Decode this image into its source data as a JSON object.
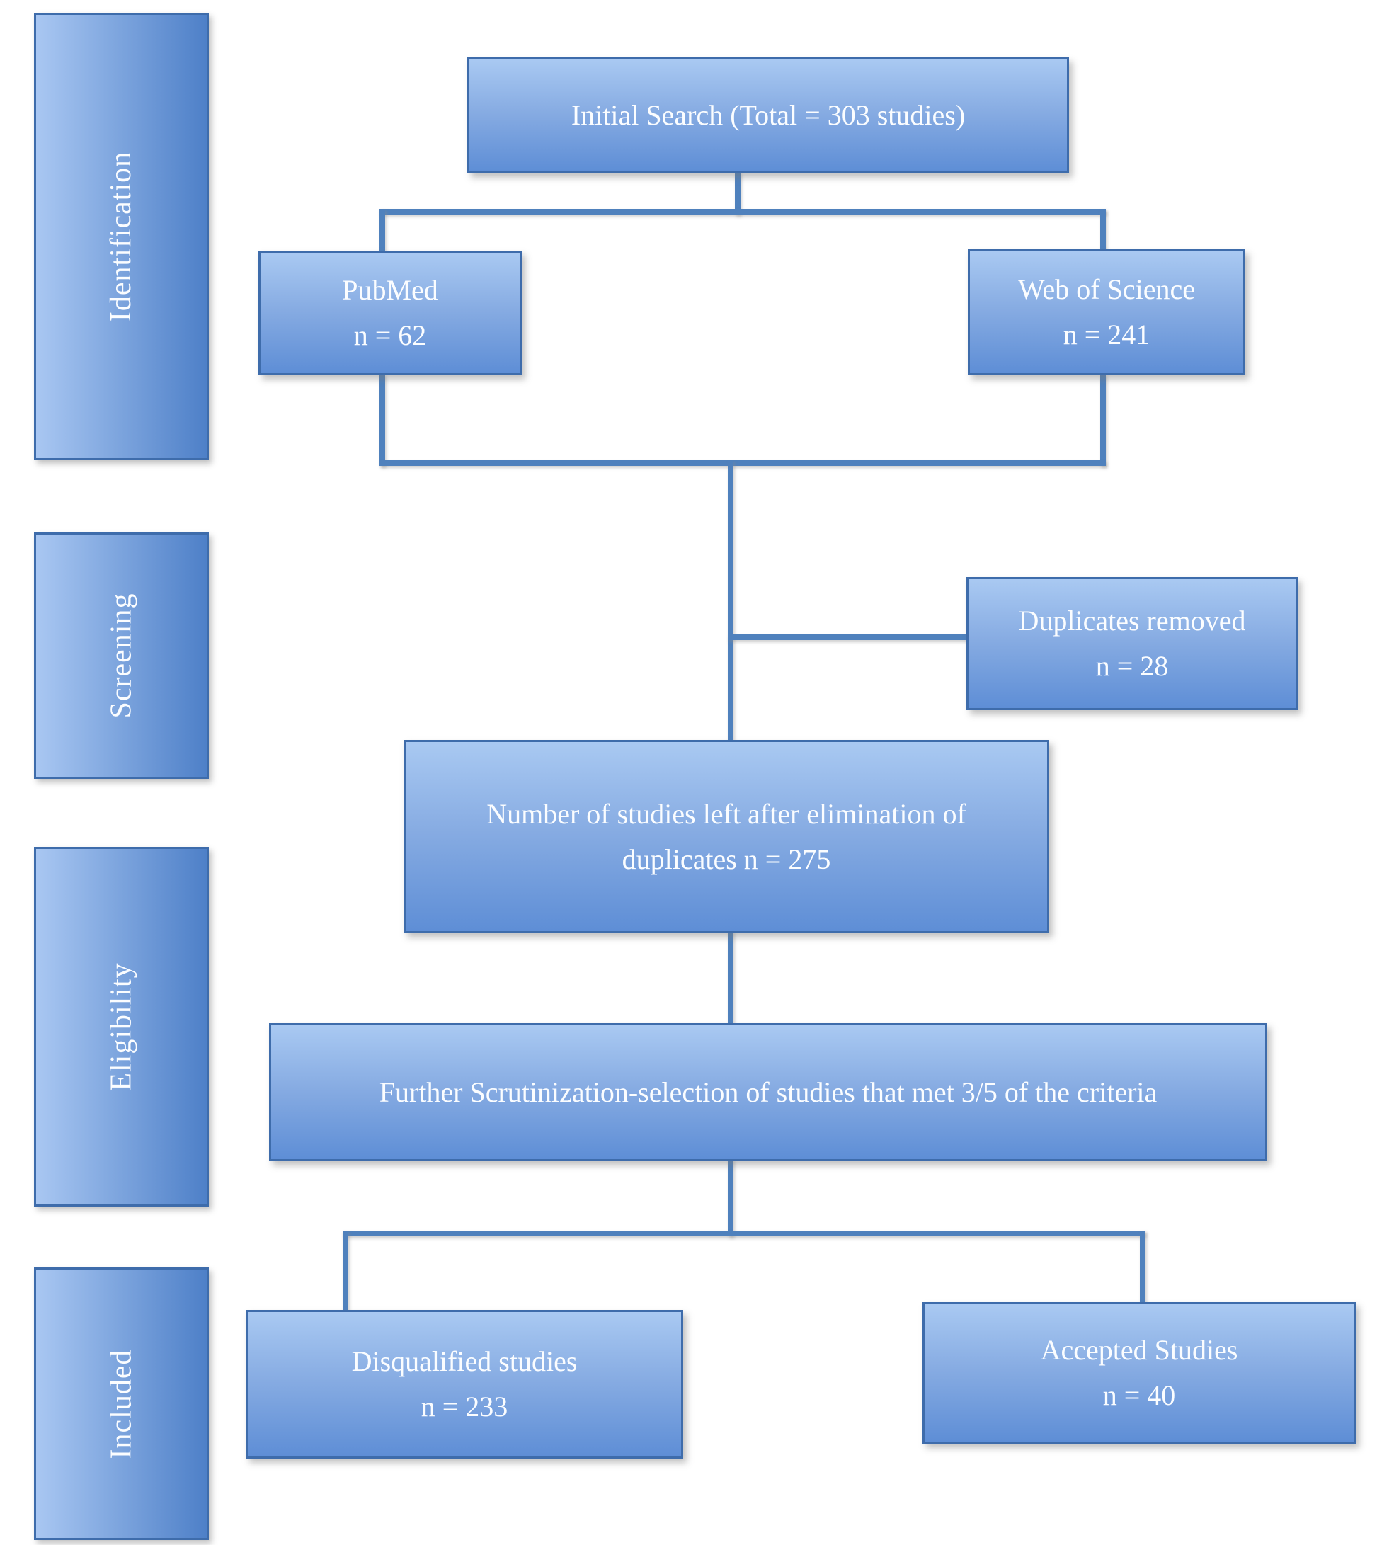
{
  "sidebar": {
    "stages": [
      {
        "label": "Identification"
      },
      {
        "label": "Screening"
      },
      {
        "label": "Eligibility"
      },
      {
        "label": "Included"
      }
    ]
  },
  "flow": {
    "initial_search": {
      "line1": "Initial Search (Total = 303 studies)"
    },
    "pubmed": {
      "line1": "PubMed",
      "line2": "n = 62"
    },
    "web_of_science": {
      "line1": "Web of Science",
      "line2": "n = 241"
    },
    "duplicates_removed": {
      "line1": "Duplicates removed",
      "line2": "n = 28"
    },
    "after_duplicates": {
      "line1": "Number of studies left after elimination of duplicates n = 275"
    },
    "scrutinization": {
      "line1": "Further Scrutinization-selection of studies that met 3/5 of the criteria"
    },
    "disqualified": {
      "line1": "Disqualified studies",
      "line2": "n = 233"
    },
    "accepted": {
      "line1": "Accepted Studies",
      "line2": "n = 40"
    }
  },
  "colors": {
    "box_fill_top": "#a9c9f2",
    "box_fill_mid": "#86abe2",
    "box_fill_bottom": "#5e8ed6",
    "box_border": "#3e6cab",
    "connector": "#4f81bd",
    "text": "#fbfdff",
    "sidebar_fill_left": "#a9c7f2",
    "sidebar_fill_right": "#4e80c8"
  }
}
